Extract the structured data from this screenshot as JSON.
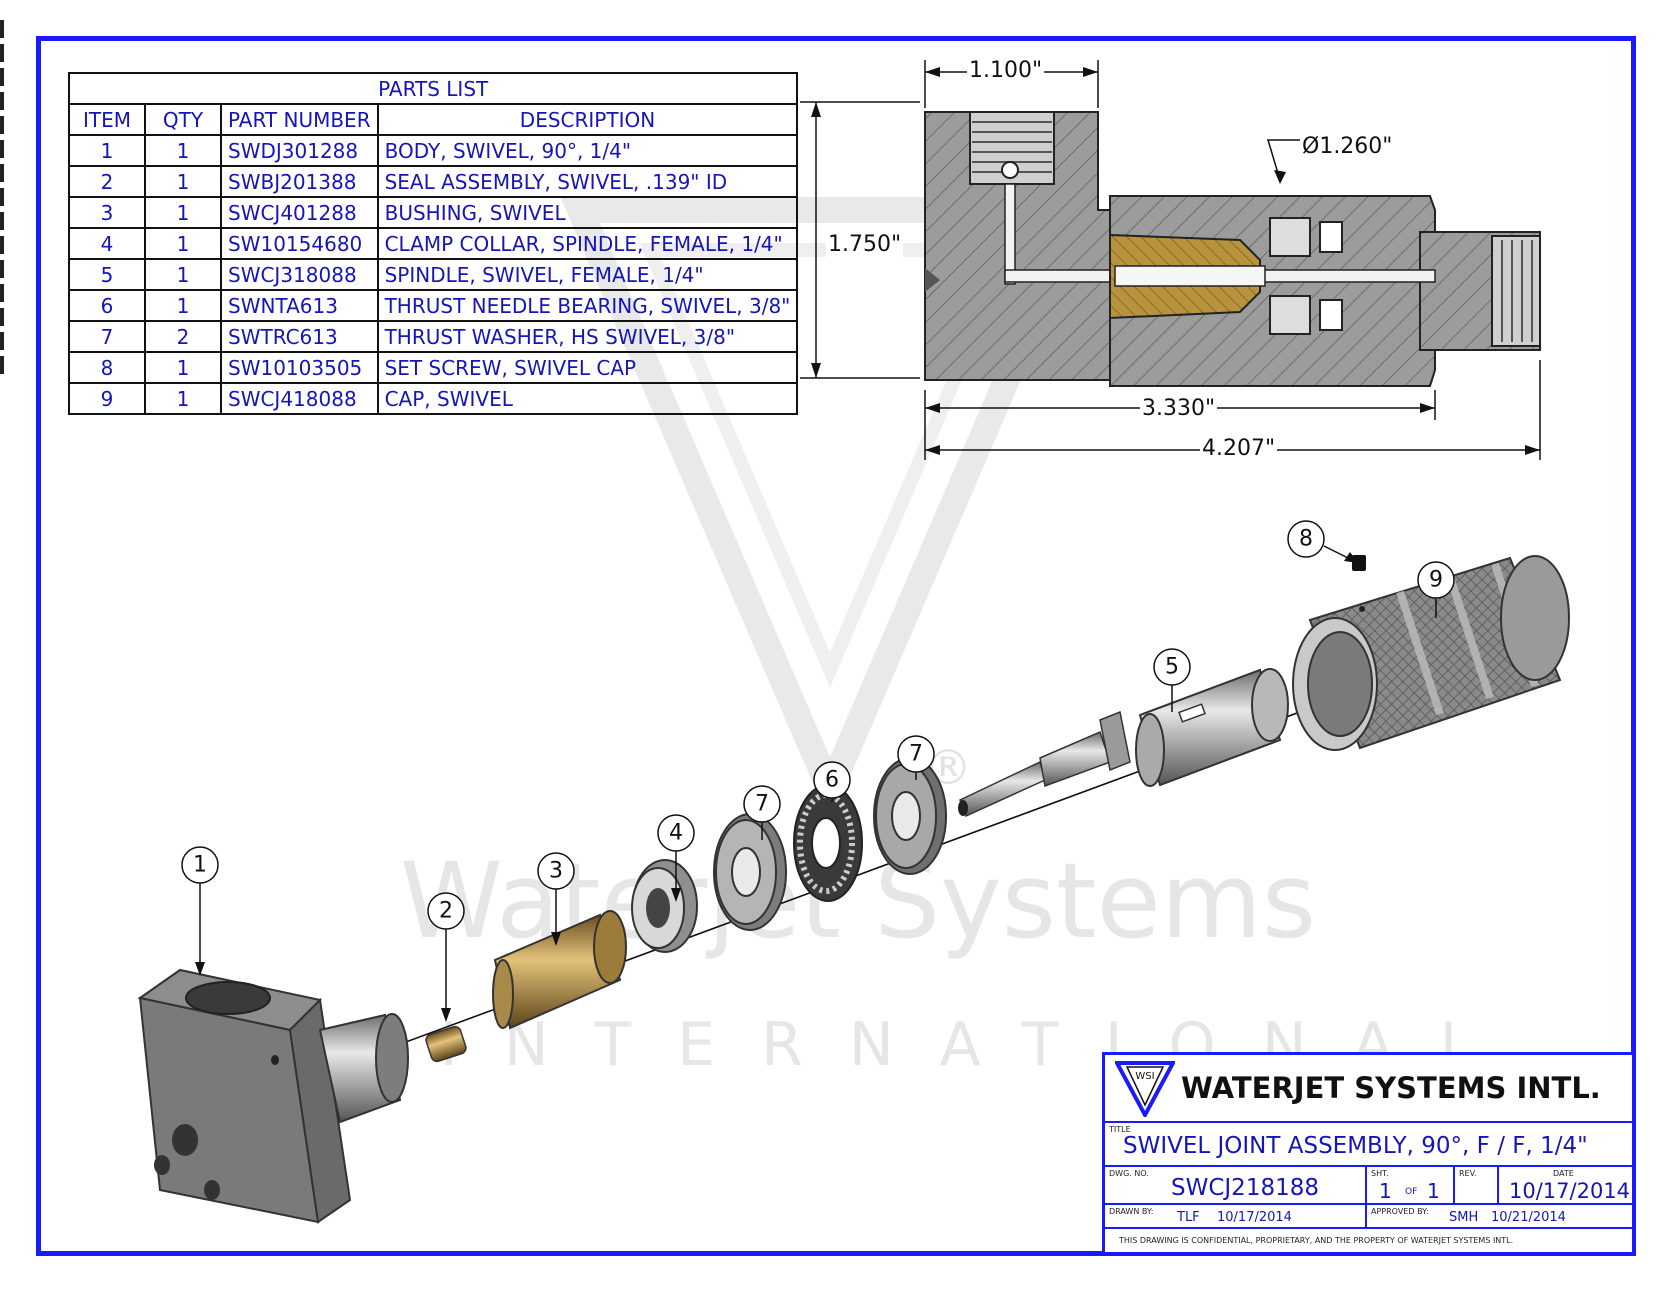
{
  "parts_list": {
    "title": "PARTS LIST",
    "headers": [
      "ITEM",
      "QTY",
      "PART NUMBER",
      "DESCRIPTION"
    ],
    "rows": [
      [
        "1",
        "1",
        "SWDJ301288",
        "BODY, SWIVEL, 90°, 1/4\""
      ],
      [
        "2",
        "1",
        "SWBJ201388",
        "SEAL ASSEMBLY, SWIVEL, .139\" ID"
      ],
      [
        "3",
        "1",
        "SWCJ401288",
        "BUSHING, SWIVEL"
      ],
      [
        "4",
        "1",
        "SW10154680",
        "CLAMP COLLAR, SPINDLE, FEMALE, 1/4\""
      ],
      [
        "5",
        "1",
        "SWCJ318088",
        "SPINDLE, SWIVEL, FEMALE, 1/4\""
      ],
      [
        "6",
        "1",
        "SWNTA613",
        "THRUST NEEDLE BEARING, SWIVEL, 3/8\""
      ],
      [
        "7",
        "2",
        "SWTRC613",
        "THRUST WASHER, HS SWIVEL, 3/8\""
      ],
      [
        "8",
        "1",
        "SW10103505",
        "SET SCREW, SWIVEL CAP"
      ],
      [
        "9",
        "1",
        "SWCJ418088",
        "CAP, SWIVEL"
      ]
    ]
  },
  "dimensions": {
    "top_width": "1.100\"",
    "diameter": "Ø1.260\"",
    "height": "1.750\"",
    "body_length": "3.330\"",
    "overall_length": "4.207\""
  },
  "balloons": [
    "1",
    "2",
    "3",
    "4",
    "7",
    "6",
    "7",
    "5",
    "8",
    "9"
  ],
  "watermark": {
    "main": "Waterjet Systems",
    "sub": "INTERNATIONAL",
    "registered": "®"
  },
  "title_block": {
    "company": "WATERJET SYSTEMS INTL.",
    "logo_letters": "WSI",
    "title_label": "TITLE",
    "title": "SWIVEL JOINT ASSEMBLY, 90°, F / F, 1/4\"",
    "dwg_label": "DWG. NO.",
    "dwg_no": "SWCJ218188",
    "sht_label": "SHT.",
    "sheet": "1",
    "of_label": "OF",
    "sheet_total": "1",
    "rev_label": "REV.",
    "rev": "",
    "date_label": "DATE",
    "date": "10/17/2014",
    "drawn_label": "DRAWN BY:",
    "drawn_by": "TLF",
    "drawn_date": "10/17/2014",
    "approved_label": "APPROVED BY:",
    "approved_by": "SMH",
    "approved_date": "10/21/2014",
    "confidential": "THIS DRAWING IS CONFIDENTIAL, PROPRIETARY, AND THE PROPERTY OF WATERJET SYSTEMS INTL."
  },
  "colors": {
    "border_blue": "#1a1aff",
    "text_blue": "#1515b8",
    "brass": "#b8933e",
    "steel": "#9a9a9a"
  }
}
